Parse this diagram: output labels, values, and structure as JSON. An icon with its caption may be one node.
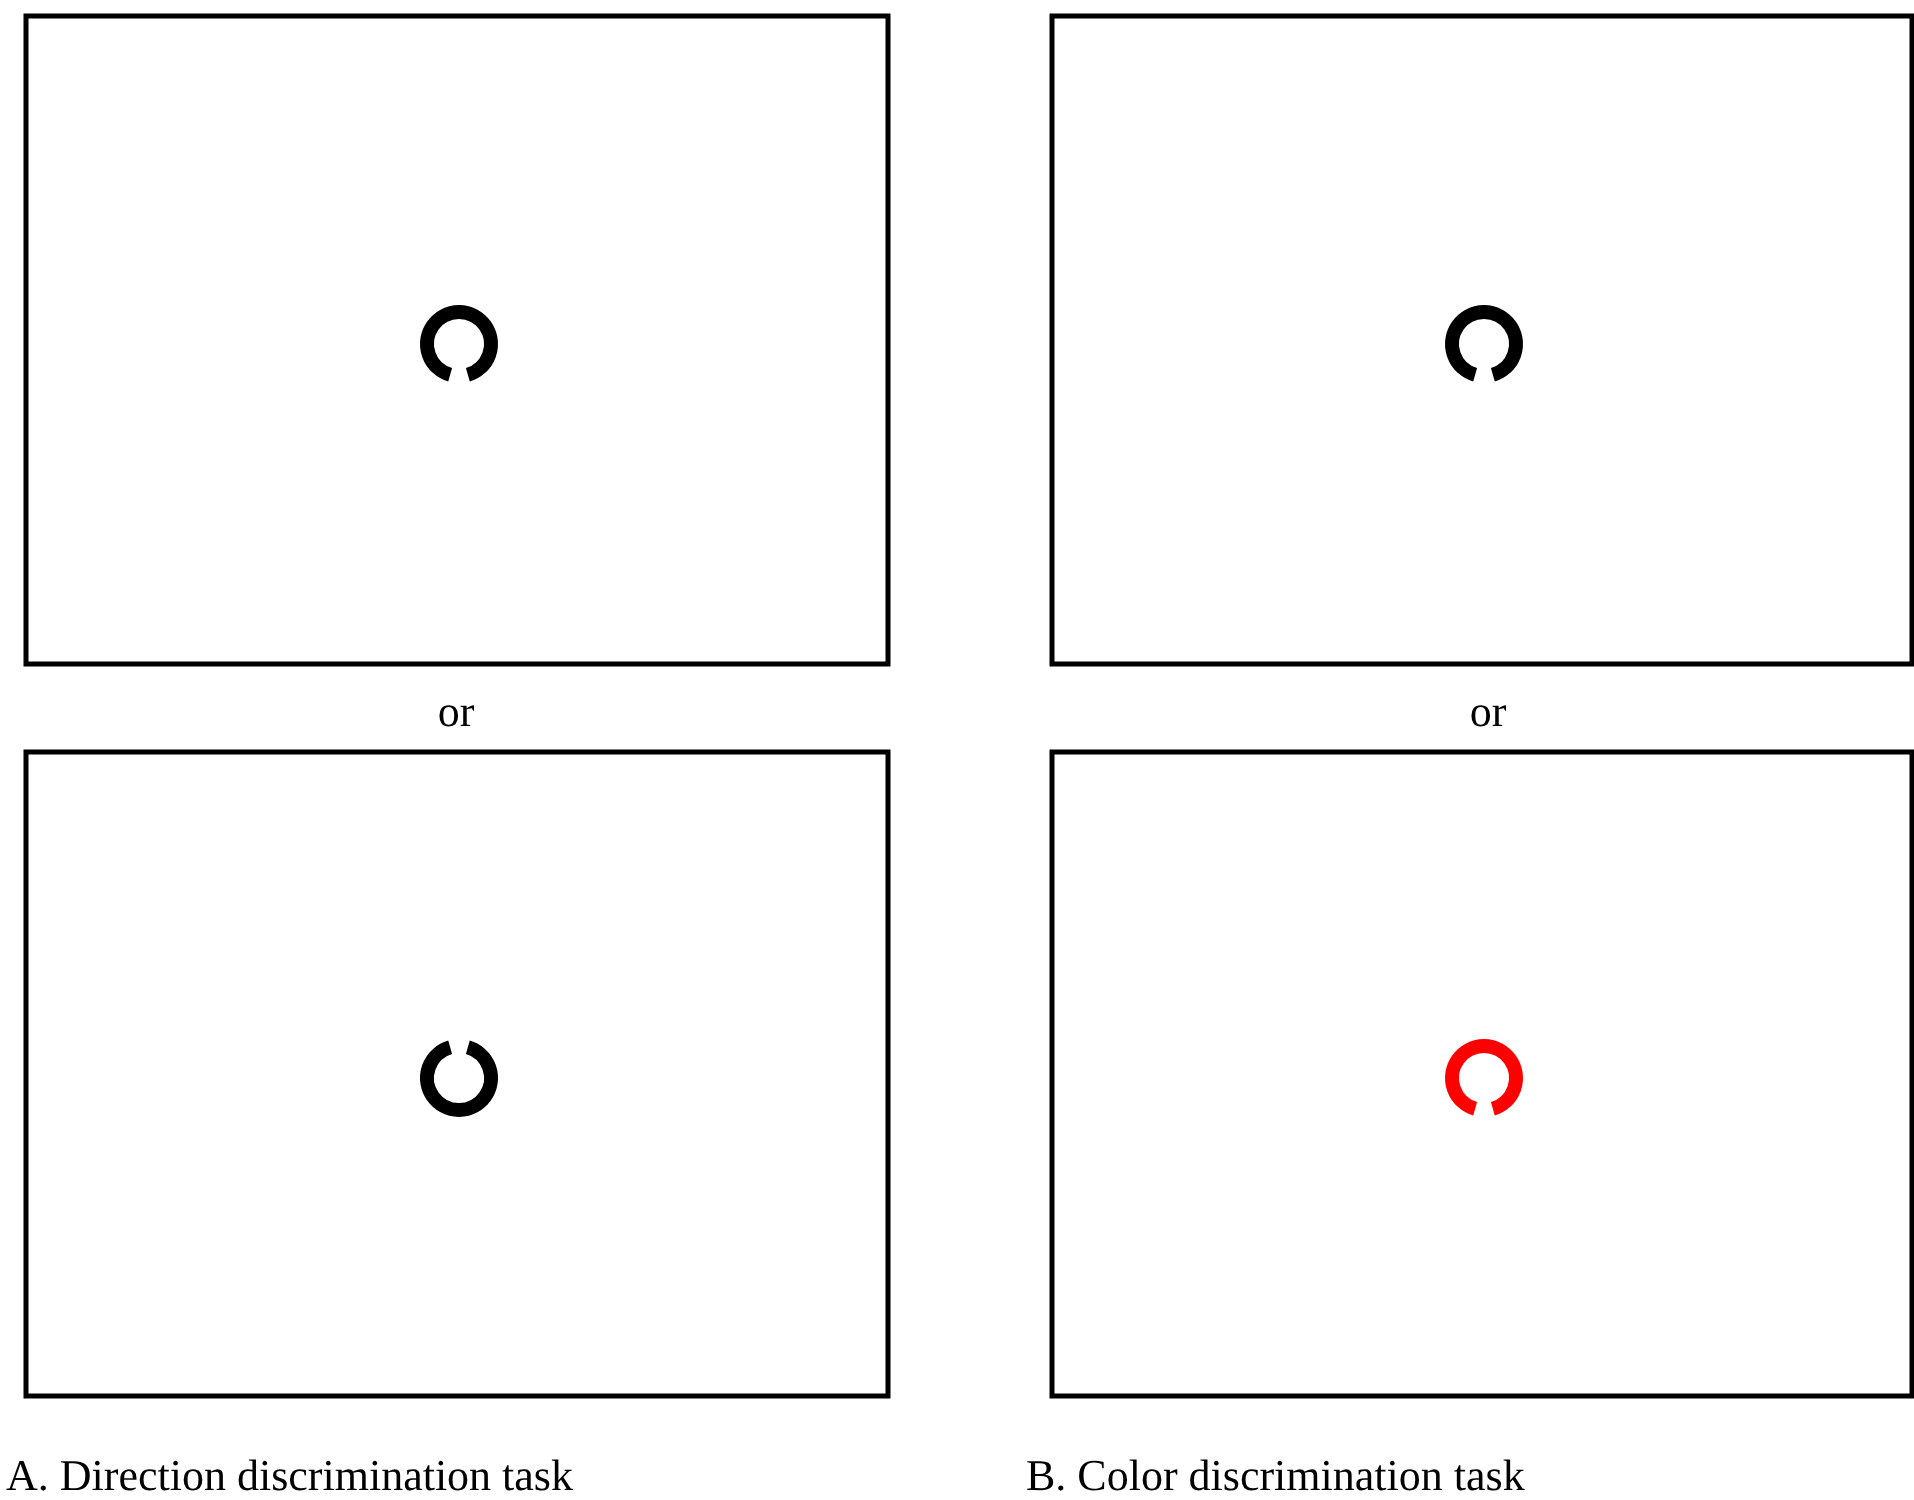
{
  "diagram": {
    "labels": [
      "or",
      "or",
      "A. Direction discrimination task",
      "B. Color discrimination task"
    ]
  }
}
